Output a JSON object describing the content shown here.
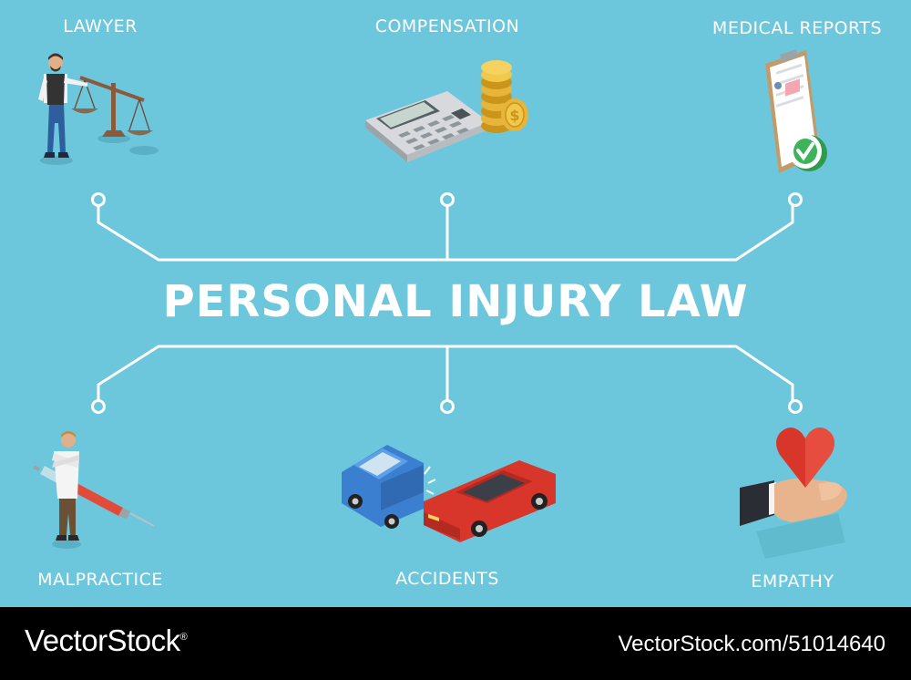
{
  "diagram": {
    "title": "PERSONAL INJURY LAW",
    "nodes": [
      {
        "id": "lawyer",
        "label": "LAWYER",
        "icon": "lawyer-scales-icon"
      },
      {
        "id": "compensation",
        "label": "COMPENSATION",
        "icon": "calculator-coins-icon"
      },
      {
        "id": "medical-reports",
        "label": "MEDICAL REPORTS",
        "icon": "clipboard-check-icon"
      },
      {
        "id": "malpractice",
        "label": "MALPRACTICE",
        "icon": "doctor-syringe-icon"
      },
      {
        "id": "accidents",
        "label": "ACCIDENTS",
        "icon": "car-crash-icon"
      },
      {
        "id": "empathy",
        "label": "EMPATHY",
        "icon": "heart-hand-icon"
      }
    ],
    "colors": {
      "background": "#6cc7dc",
      "line": "#ffffff",
      "footer": "#000000"
    }
  },
  "footer": {
    "brand": "VectorStock",
    "brand_mark": "®",
    "stock_id": "VectorStock.com/51014640"
  }
}
